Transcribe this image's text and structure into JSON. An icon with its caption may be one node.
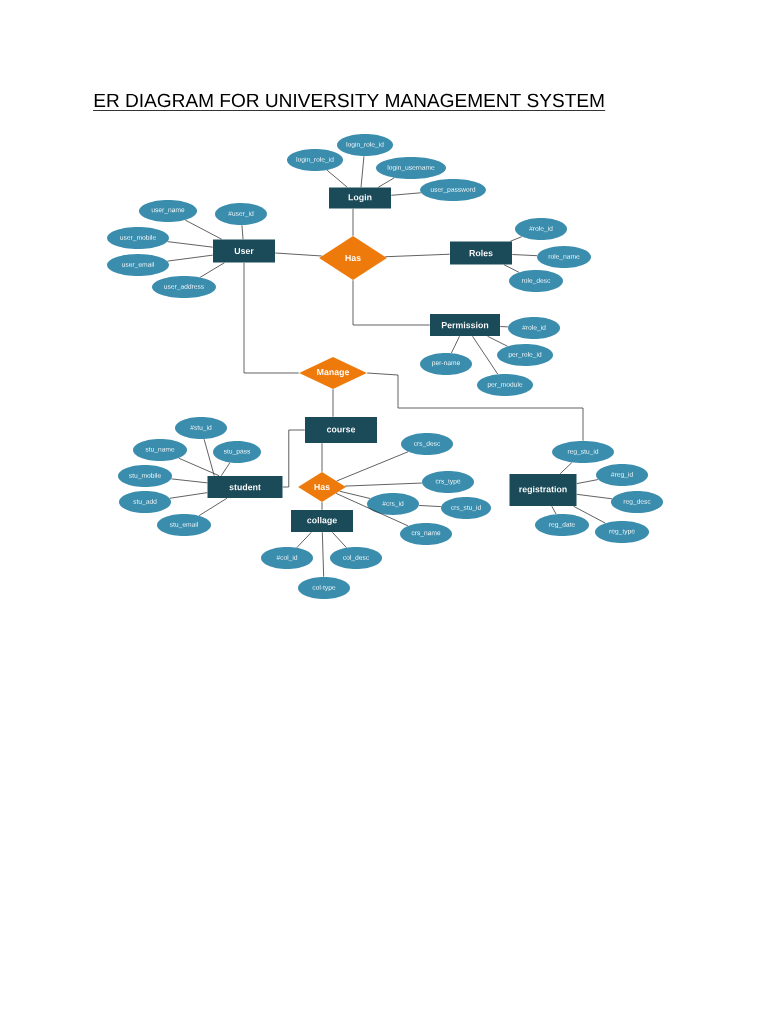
{
  "diagram": {
    "title": "ER DIAGRAM FOR UNIVERSITY MANAGEMENT SYSTEM",
    "nodes": [
      {
        "text": [
          "login_role_id"
        ]
      },
      {
        "text": [
          "login_role_id"
        ]
      },
      {
        "text": [
          "login_username"
        ]
      },
      {
        "text": [
          "user_password"
        ]
      },
      {
        "text": [
          "Login"
        ]
      },
      {
        "text": [
          "user_name"
        ]
      },
      {
        "text": [
          "#user_id"
        ]
      },
      {
        "text": [
          "#role_id"
        ]
      },
      {
        "text": [
          "user_mobile"
        ]
      },
      {
        "text": [
          "User"
        ]
      },
      {
        "text": [
          "Has"
        ]
      },
      {
        "text": [
          "Roles"
        ]
      },
      {
        "text": [
          "role_name"
        ]
      },
      {
        "text": [
          "user_email"
        ]
      },
      {
        "text": [
          "role_desc"
        ]
      },
      {
        "text": [
          "user_address"
        ]
      },
      {
        "text": [
          "Permission"
        ]
      },
      {
        "text": [
          "#role_id"
        ]
      },
      {
        "text": [
          "per_role_id"
        ]
      },
      {
        "text": [
          "per-name"
        ]
      },
      {
        "text": [
          "per_module"
        ]
      },
      {
        "text": [
          "Manage"
        ]
      },
      {
        "text": [
          "course"
        ]
      },
      {
        "text": [
          "#stu_id"
        ]
      },
      {
        "text": [
          "crs_desc"
        ]
      },
      {
        "text": [
          "stu_name"
        ]
      },
      {
        "text": [
          "stu_pass"
        ]
      },
      {
        "text": [
          "reg_stu_id"
        ]
      },
      {
        "text": [
          "stu_mobile"
        ]
      },
      {
        "text": [
          "#reg_id"
        ]
      },
      {
        "text": [
          "student"
        ]
      },
      {
        "text": [
          "Has"
        ]
      },
      {
        "text": [
          "crs_type"
        ]
      },
      {
        "text": [
          "registration"
        ]
      },
      {
        "text": [
          "stu_add"
        ]
      },
      {
        "text": [
          "reg_desc"
        ]
      },
      {
        "text": [
          "#crs_id"
        ]
      },
      {
        "text": [
          "crs_stu_id"
        ]
      },
      {
        "text": [
          "collage"
        ]
      },
      {
        "text": [
          "stu_email"
        ]
      },
      {
        "text": [
          "reg_date"
        ]
      },
      {
        "text": [
          "reg_type"
        ]
      },
      {
        "text": [
          "crs_name"
        ]
      },
      {
        "text": [
          "#col_id"
        ]
      },
      {
        "text": [
          "col_desc"
        ]
      },
      {
        "text": [
          "col-type"
        ]
      }
    ],
    "edges": [
      {
        "from": 4,
        "to": 0,
        "arrow": "none"
      },
      {
        "from": 4,
        "to": 1,
        "arrow": "none"
      },
      {
        "from": 4,
        "to": 2,
        "arrow": "none"
      },
      {
        "from": 4,
        "to": 3,
        "arrow": "none"
      },
      {
        "from": 4,
        "to": 10,
        "arrow": "none"
      },
      {
        "from": 9,
        "to": 5,
        "arrow": "none"
      },
      {
        "from": 9,
        "to": 6,
        "arrow": "none"
      },
      {
        "from": 9,
        "to": 8,
        "arrow": "none"
      },
      {
        "from": 9,
        "to": 13,
        "arrow": "none"
      },
      {
        "from": 9,
        "to": 15,
        "arrow": "none"
      },
      {
        "from": 9,
        "to": 10,
        "arrow": "none"
      },
      {
        "from": 10,
        "to": 11,
        "arrow": "none"
      },
      {
        "from": 11,
        "to": 7,
        "arrow": "none"
      },
      {
        "from": 11,
        "to": 12,
        "arrow": "none"
      },
      {
        "from": 11,
        "to": 14,
        "arrow": "none"
      },
      {
        "from": 10,
        "to": 16,
        "arrow": "none"
      },
      {
        "from": 16,
        "to": 17,
        "arrow": "none"
      },
      {
        "from": 16,
        "to": 18,
        "arrow": "none"
      },
      {
        "from": 16,
        "to": 19,
        "arrow": "none"
      },
      {
        "from": 16,
        "to": 20,
        "arrow": "none"
      },
      {
        "from": 9,
        "to": 21,
        "arrow": "none"
      },
      {
        "from": 21,
        "to": 22,
        "arrow": "none"
      },
      {
        "from": 21,
        "to": 27,
        "arrow": "none"
      },
      {
        "from": 30,
        "to": 22,
        "arrow": "none"
      },
      {
        "from": 30,
        "to": 23,
        "arrow": "none"
      },
      {
        "from": 30,
        "to": 25,
        "arrow": "none"
      },
      {
        "from": 30,
        "to": 26,
        "arrow": "none"
      },
      {
        "from": 30,
        "to": 28,
        "arrow": "none"
      },
      {
        "from": 30,
        "to": 34,
        "arrow": "none"
      },
      {
        "from": 30,
        "to": 39,
        "arrow": "none"
      },
      {
        "from": 22,
        "to": 31,
        "arrow": "none"
      },
      {
        "from": 31,
        "to": 38,
        "arrow": "none"
      },
      {
        "from": 31,
        "to": 24,
        "arrow": "none"
      },
      {
        "from": 31,
        "to": 32,
        "arrow": "none"
      },
      {
        "from": 31,
        "to": 36,
        "arrow": "none"
      },
      {
        "from": 31,
        "to": 42,
        "arrow": "none"
      },
      {
        "from": 36,
        "to": 37,
        "arrow": "none"
      },
      {
        "from": 33,
        "to": 27,
        "arrow": "none"
      },
      {
        "from": 33,
        "to": 29,
        "arrow": "none"
      },
      {
        "from": 33,
        "to": 35,
        "arrow": "none"
      },
      {
        "from": 33,
        "to": 40,
        "arrow": "none"
      },
      {
        "from": 33,
        "to": 41,
        "arrow": "none"
      },
      {
        "from": 38,
        "to": 43,
        "arrow": "none"
      },
      {
        "from": 38,
        "to": 44,
        "arrow": "none"
      },
      {
        "from": 38,
        "to": 45,
        "arrow": "none"
      }
    ]
  }
}
